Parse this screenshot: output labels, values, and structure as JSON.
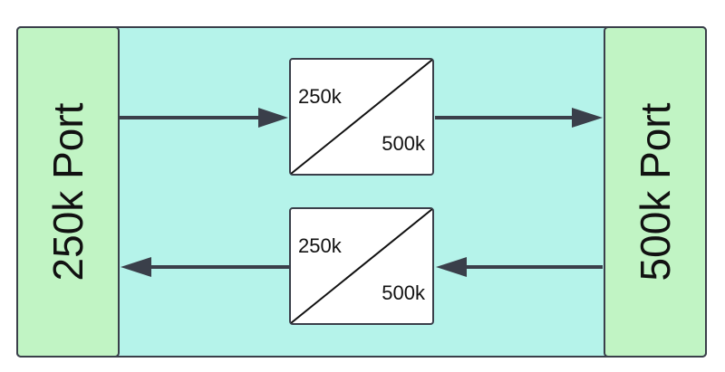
{
  "ports": {
    "left_label": "250k Port",
    "right_label": "500k Port"
  },
  "converters": [
    {
      "input_rate": "250k",
      "output_rate": "500k"
    },
    {
      "input_rate": "250k",
      "output_rate": "500k"
    }
  ],
  "colors": {
    "background": "#b5f3ea",
    "port_fill": "#c1f4c4",
    "converter_fill": "#ffffff",
    "stroke": "#3a3f4a"
  }
}
